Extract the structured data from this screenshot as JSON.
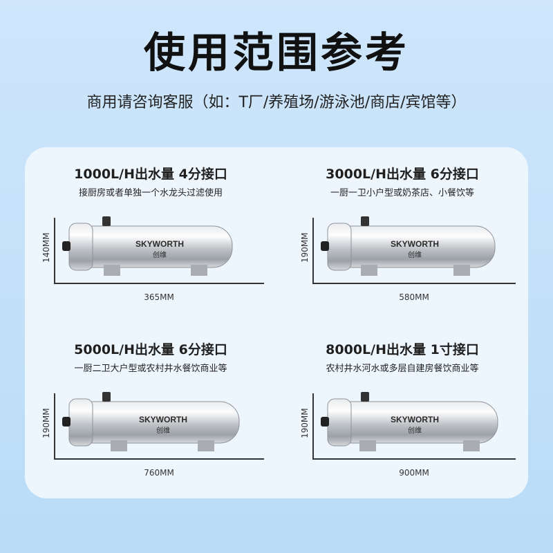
{
  "page": {
    "title": "使用范围参考",
    "subtitle": "商用请咨询客服（如：T厂/养殖场/游泳池/商店/宾馆等）"
  },
  "brand": {
    "name": "SKYWORTH",
    "name_cn": "创维"
  },
  "colors": {
    "background": "#c4e1f9",
    "panel": "#eef6fd",
    "steel": "#c9ccd0"
  },
  "products": [
    {
      "title": "1000L/H出水量 4分接口",
      "desc": "接厨房或者单独一个水龙头过滤使用",
      "height_label": "140MM",
      "length_label": "365MM"
    },
    {
      "title": "3000L/H出水量 6分接口",
      "desc": "一厨一卫小户型或奶茶店、小餐饮等",
      "height_label": "190MM",
      "length_label": "580MM"
    },
    {
      "title": "5000L/H出水量 6分接口",
      "desc": "一厨二卫大户型或农村井水餐饮商业等",
      "height_label": "190MM",
      "length_label": "760MM"
    },
    {
      "title": "8000L/H出水量 1寸接口",
      "desc": "农村井水河水或多层自建房餐饮商业等",
      "height_label": "190MM",
      "length_label": "900MM"
    }
  ]
}
